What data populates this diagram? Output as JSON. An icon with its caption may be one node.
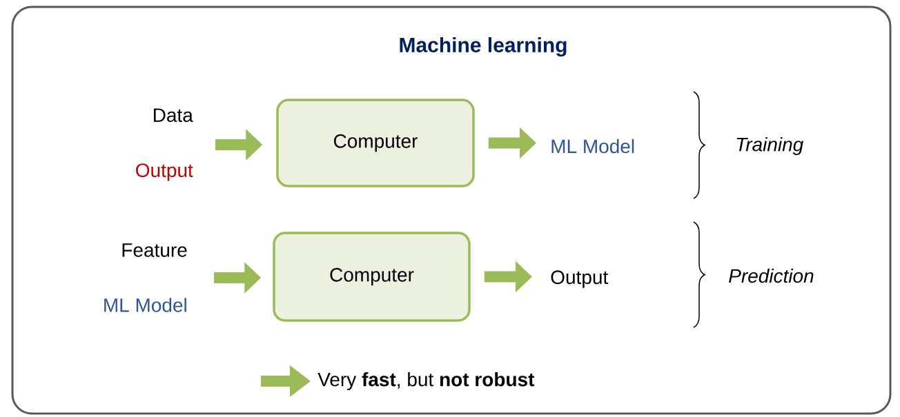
{
  "diagram": {
    "nodes": [
      {
        "text": [
          "Machine learning"
        ]
      },
      {
        "text": [
          "Data",
          "Output"
        ],
        "in": 0
      },
      {
        "text": [
          "Computer"
        ],
        "in": 0
      },
      {
        "text": [
          "ML Model"
        ],
        "in": 0
      },
      {
        "text": [
          "Feature",
          "ML Model"
        ],
        "in": 0
      },
      {
        "text": [
          "Computer"
        ],
        "in": 0
      },
      {
        "text": [
          "Output"
        ],
        "in": 0
      }
    ],
    "edges": [
      {
        "from": 1,
        "to": 2,
        "arrow": "to"
      },
      {
        "from": 2,
        "to": 3,
        "arrow": "to"
      },
      {
        "from": 4,
        "to": 5,
        "arrow": "to"
      },
      {
        "from": 5,
        "to": 6,
        "arrow": "to"
      }
    ],
    "labels": [
      "Training",
      "Prediction",
      "Very **fast**, but **not robust**"
    ]
  }
}
